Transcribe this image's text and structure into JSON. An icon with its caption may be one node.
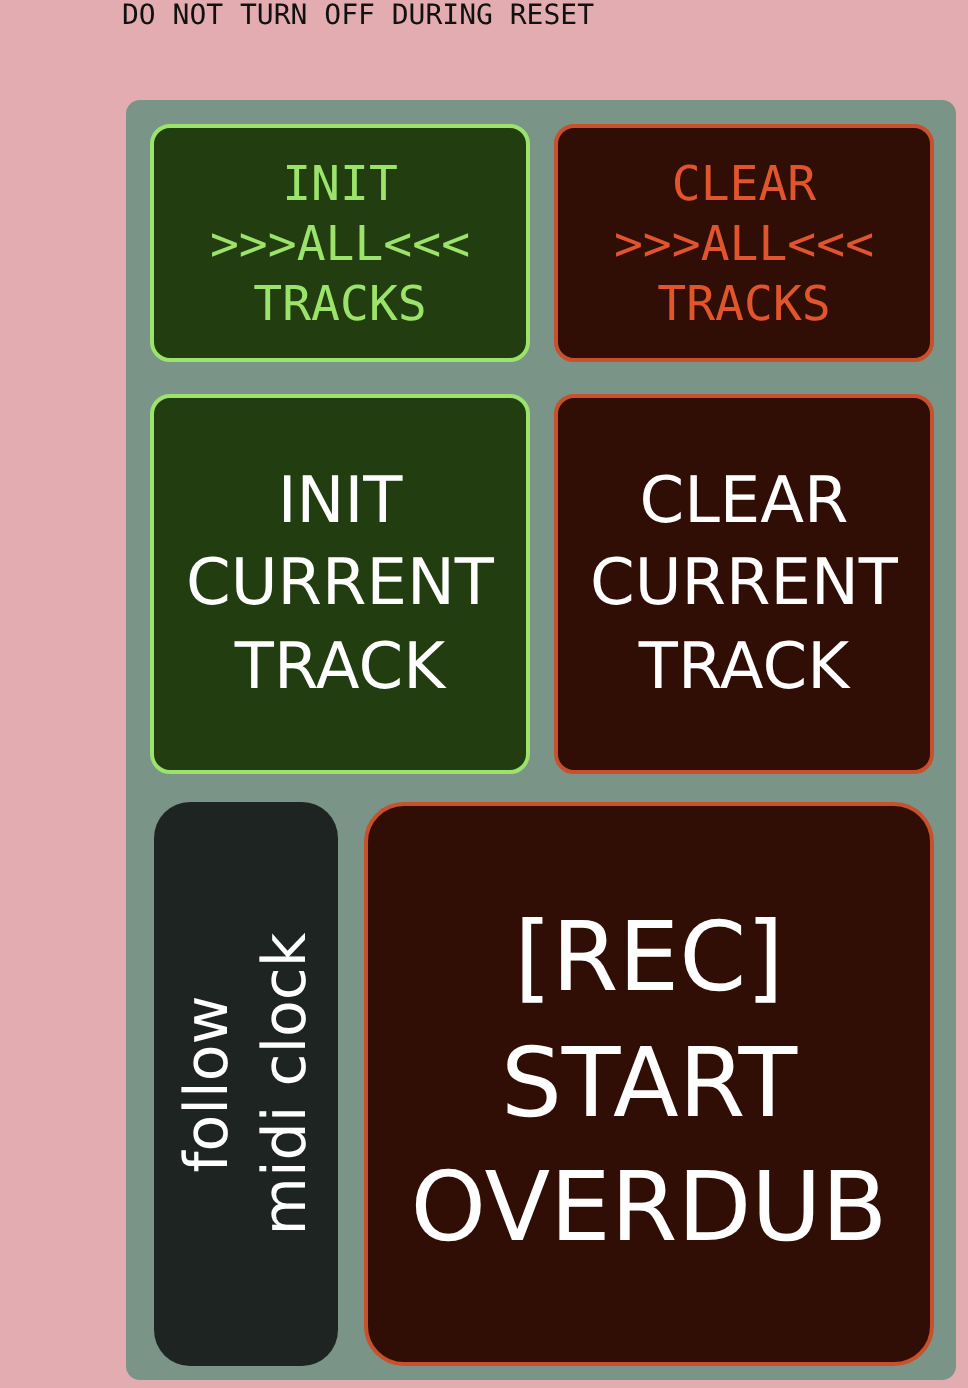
{
  "diagram": {
    "nodes": [
      {
        "text": [],
        "shape": "box"
      },
      {
        "text": [
          "INIT >>>ALL<<< TRACKS"
        ],
        "in": 0
      },
      {
        "text": [
          "CLEAR >>>ALL<<< TRACKS"
        ],
        "in": 0
      },
      {
        "text": [
          "INIT CURRENT TRACK"
        ],
        "in": 0
      },
      {
        "text": [
          "CLEAR CURRENT TRACK"
        ],
        "in": 0
      },
      {
        "text": [
          "follow midi clock"
        ],
        "in": 0
      },
      {
        "text": [
          "[REC] START OVERDUB"
        ],
        "in": 0
      }
    ],
    "labels": [
      "DO NOT TURN OFF DURING RESET"
    ]
  }
}
